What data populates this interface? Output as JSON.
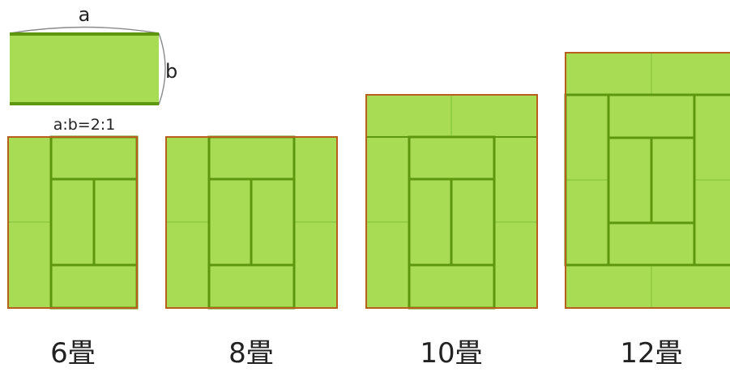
{
  "legend": {
    "side_a_label": "a",
    "side_b_label": "b",
    "ratio_label": "a:b=2:1"
  },
  "rooms": [
    {
      "id": "room-6",
      "label": "6畳",
      "mats": 6
    },
    {
      "id": "room-8",
      "label": "8畳",
      "mats": 8
    },
    {
      "id": "room-10",
      "label": "10畳",
      "mats": 10
    },
    {
      "id": "room-12",
      "label": "12畳",
      "mats": 12
    }
  ],
  "colors": {
    "mat_fill": "#a8dc55",
    "mat_border": "#5e9610",
    "room_frame": "#b85f1e",
    "seam": "#7fbf3a"
  }
}
